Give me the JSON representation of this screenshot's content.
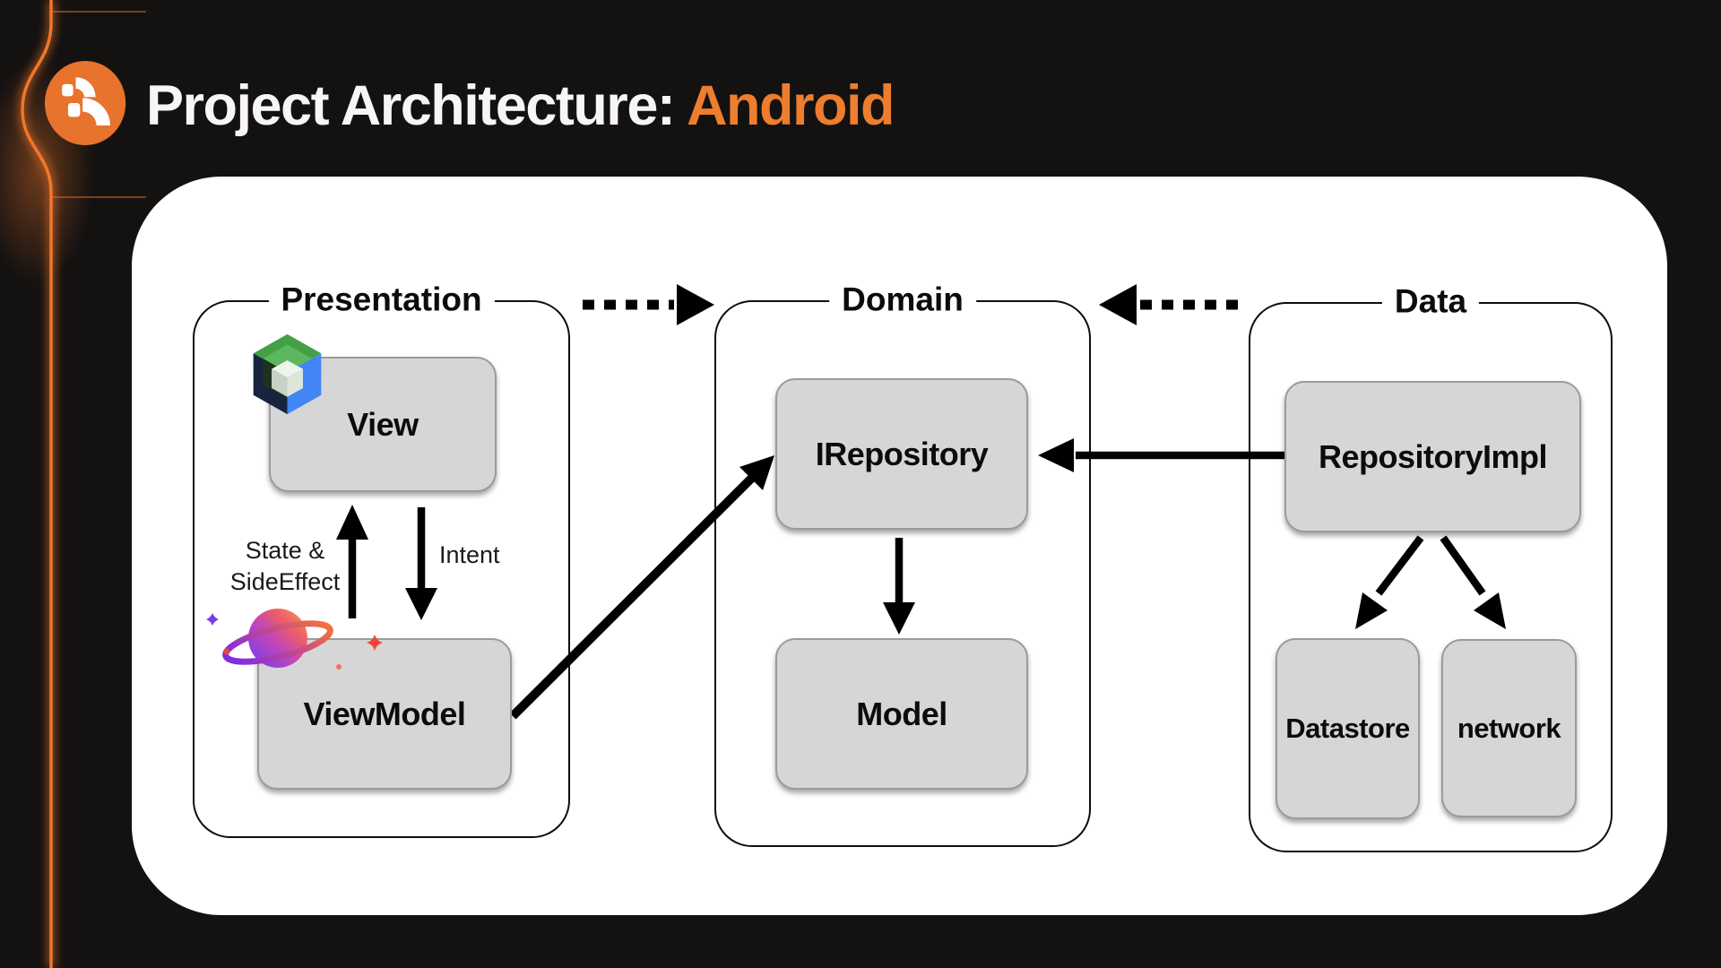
{
  "slide": {
    "title_prefix": "Project Architecture: ",
    "title_highlight": "Android"
  },
  "icons": {
    "logo": "brand-logo-icon",
    "view_badge": "jetpack-compose-icon",
    "viewmodel_badge": "planet-icon"
  },
  "colors": {
    "background": "#141111",
    "accent_orange": "#ED7D2F",
    "canvas": "#FFFFFF",
    "node_fill": "#D6D6D6",
    "node_border": "#9B9B9B",
    "line": "#000000"
  },
  "diagram": {
    "groups": [
      {
        "id": "presentation",
        "label": "Presentation"
      },
      {
        "id": "domain",
        "label": "Domain"
      },
      {
        "id": "data",
        "label": "Data"
      }
    ],
    "nodes": [
      {
        "id": "view",
        "label": "View",
        "group": "presentation"
      },
      {
        "id": "viewmodel",
        "label": "ViewModel",
        "group": "presentation"
      },
      {
        "id": "irepository",
        "label": "IRepository",
        "group": "domain"
      },
      {
        "id": "model",
        "label": "Model",
        "group": "domain"
      },
      {
        "id": "repositoryimpl",
        "label": "RepositoryImpl",
        "group": "data"
      },
      {
        "id": "datastore",
        "label": "Datastore",
        "group": "data"
      },
      {
        "id": "network",
        "label": "network",
        "group": "data"
      }
    ],
    "edge_labels": {
      "viewmodel_to_view": [
        "State &",
        "SideEffect"
      ],
      "view_to_viewmodel": "Intent"
    },
    "edges": [
      {
        "from": "viewmodel",
        "to": "view",
        "style": "solid"
      },
      {
        "from": "view",
        "to": "viewmodel",
        "style": "solid"
      },
      {
        "from": "viewmodel",
        "to": "irepository",
        "style": "solid"
      },
      {
        "from": "irepository",
        "to": "model",
        "style": "solid"
      },
      {
        "from": "repositoryimpl",
        "to": "irepository",
        "style": "solid"
      },
      {
        "from": "repositoryimpl",
        "to": "datastore",
        "style": "solid"
      },
      {
        "from": "repositoryimpl",
        "to": "network",
        "style": "solid"
      },
      {
        "from": "presentation",
        "to": "domain",
        "style": "dotted"
      },
      {
        "from": "data",
        "to": "domain",
        "style": "dotted"
      }
    ]
  }
}
